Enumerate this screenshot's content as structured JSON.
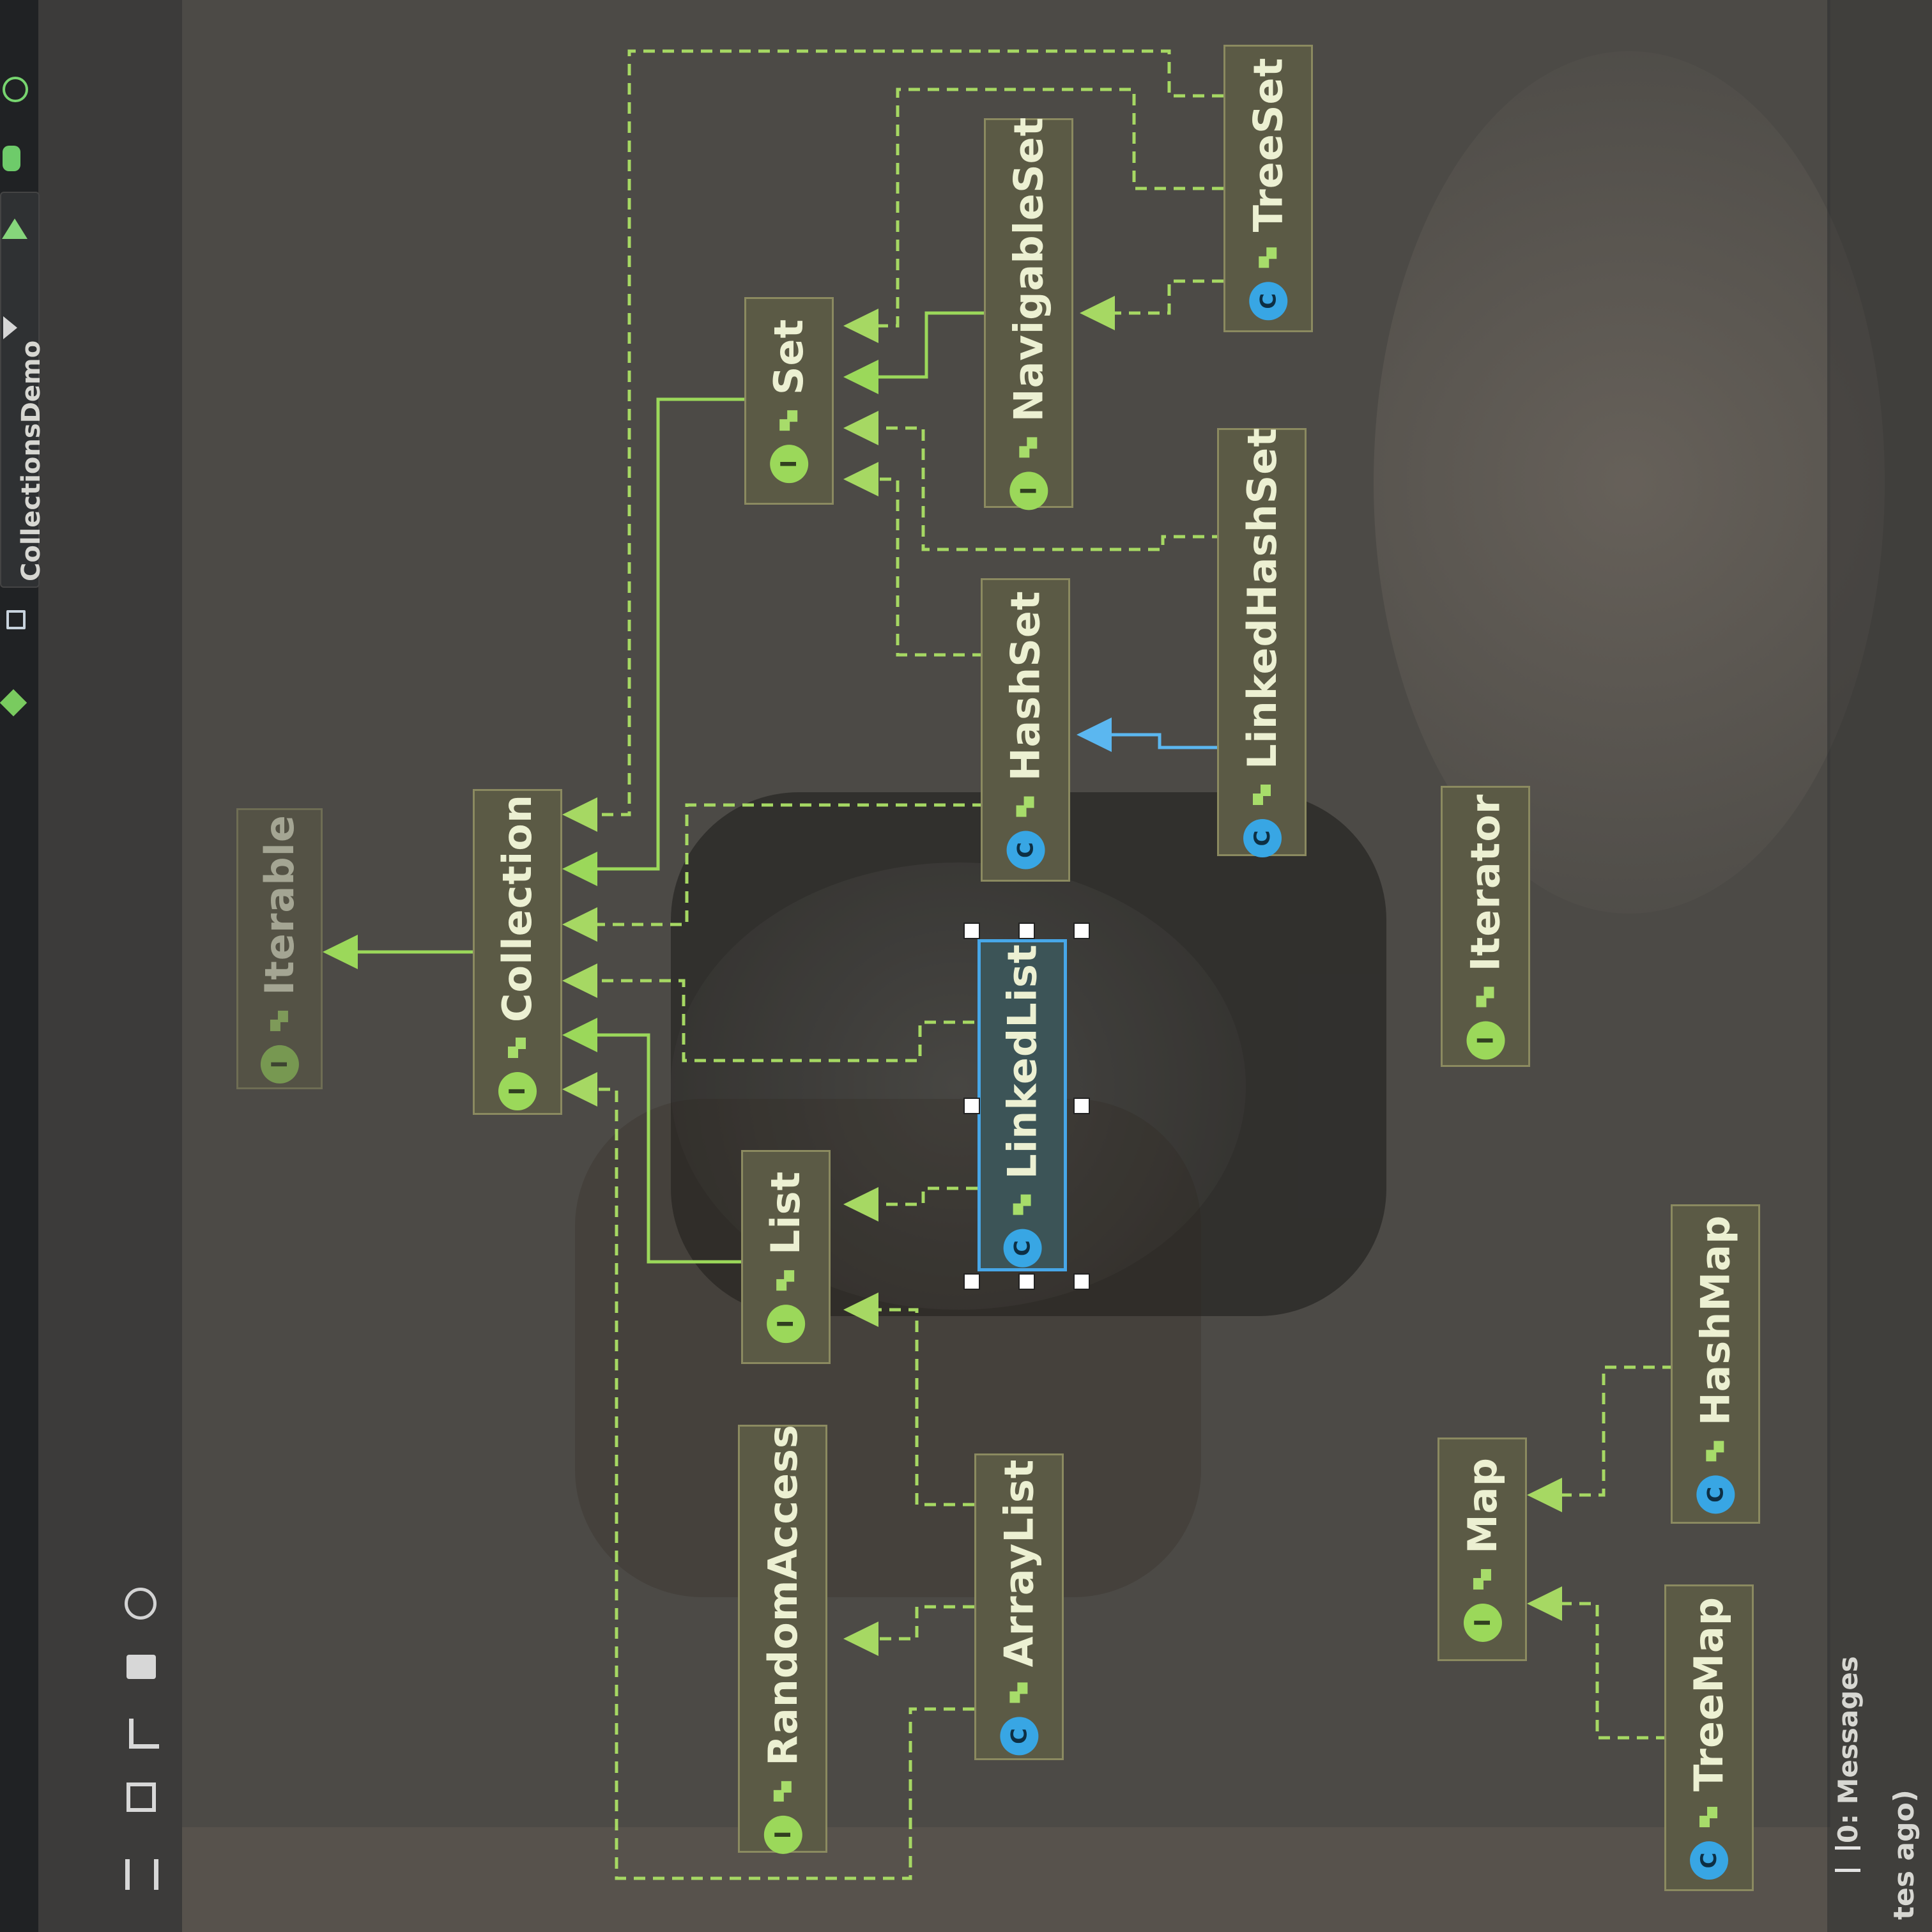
{
  "toolbar": {
    "project_name": "CollectionsDemo",
    "icons": [
      "hammer-icon",
      "project-icon",
      "run-icon",
      "debug-icon",
      "coverage-icon"
    ]
  },
  "left_toolbar": {
    "icons": [
      "fit-content-icon",
      "save-icon",
      "export-icon",
      "print-icon",
      "zoom-search-icon"
    ]
  },
  "bottom_bar": {
    "messages_tab": "0: Messages",
    "status_text": "tes ago)"
  },
  "diagram": {
    "nodes": {
      "iterable": {
        "label": "Iterable",
        "kind": "I"
      },
      "collection": {
        "label": "Collection",
        "kind": "I"
      },
      "set": {
        "label": "Set",
        "kind": "I"
      },
      "navigableset": {
        "label": "NavigableSet",
        "kind": "I"
      },
      "treeset": {
        "label": "TreeSet",
        "kind": "C"
      },
      "hashset": {
        "label": "HashSet",
        "kind": "C"
      },
      "linkedhashset": {
        "label": "LinkedHashSet",
        "kind": "C"
      },
      "linkedlist": {
        "label": "LinkedList",
        "kind": "C"
      },
      "list": {
        "label": "List",
        "kind": "I"
      },
      "iterator": {
        "label": "Iterator",
        "kind": "I"
      },
      "randomaccess": {
        "label": "RandomAccess",
        "kind": "I"
      },
      "arraylist": {
        "label": "ArrayList",
        "kind": "C"
      },
      "map": {
        "label": "Map",
        "kind": "I"
      },
      "hashmap": {
        "label": "HashMap",
        "kind": "C"
      },
      "treemap": {
        "label": "TreeMap",
        "kind": "C"
      }
    },
    "colors": {
      "extends": "#9bd85a",
      "implements": "#a6d863",
      "class_extends": "#5bb7f0"
    }
  }
}
